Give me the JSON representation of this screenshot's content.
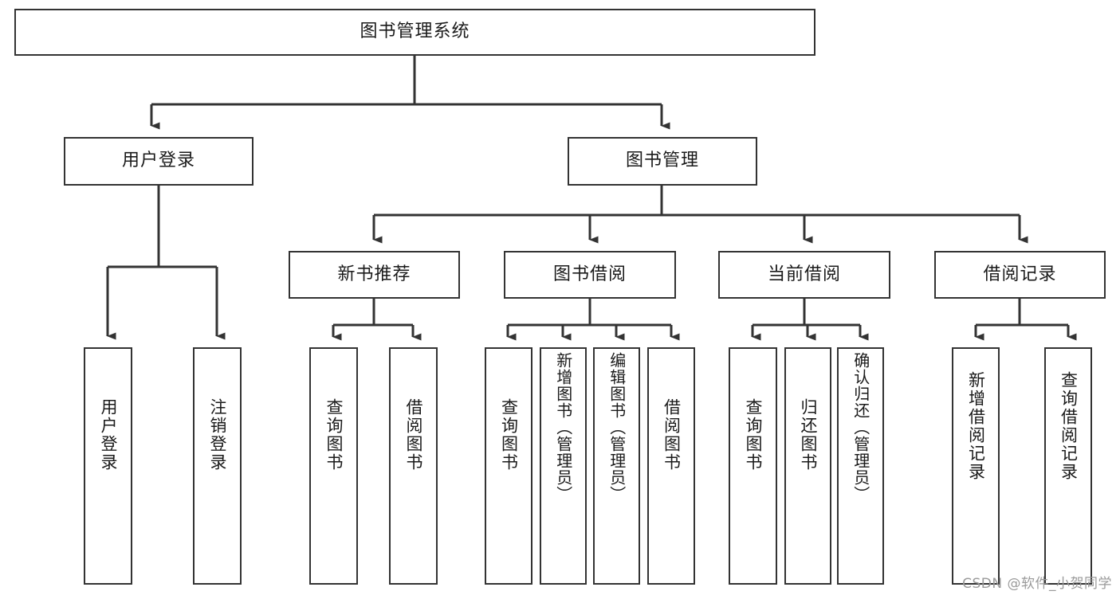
{
  "diagram": {
    "type": "tree-hierarchy",
    "title": "图书管理系统",
    "watermark": "CSDN @软件_小贺同学",
    "colors": {
      "box_border": "#333333",
      "box_fill": "#ffffff",
      "connector": "#333333",
      "text": "#1a1a1a",
      "watermark": "#9a9a9a",
      "background": "#ffffff"
    },
    "root": {
      "label": "图书管理系统"
    },
    "level2": [
      {
        "label": "用户登录"
      },
      {
        "label": "图书管理"
      }
    ],
    "level3": [
      {
        "label": "新书推荐"
      },
      {
        "label": "图书借阅"
      },
      {
        "label": "当前借阅"
      },
      {
        "label": "借阅记录"
      }
    ],
    "leaves": {
      "user_login": [
        {
          "label": "用户登录"
        },
        {
          "label": "注销登录"
        }
      ],
      "new_book_recommend": [
        {
          "label": "查询图书"
        },
        {
          "label": "借阅图书"
        }
      ],
      "book_borrow": [
        {
          "label": "查询图书"
        },
        {
          "label": "新增图书（管理员）"
        },
        {
          "label": "编辑图书（管理员）"
        },
        {
          "label": "借阅图书"
        }
      ],
      "current_borrow": [
        {
          "label": "查询图书"
        },
        {
          "label": "归还图书"
        },
        {
          "label": "确认归还（管理员）"
        }
      ],
      "borrow_record": [
        {
          "label": "新增借阅记录"
        },
        {
          "label": "查询借阅记录"
        }
      ]
    }
  }
}
